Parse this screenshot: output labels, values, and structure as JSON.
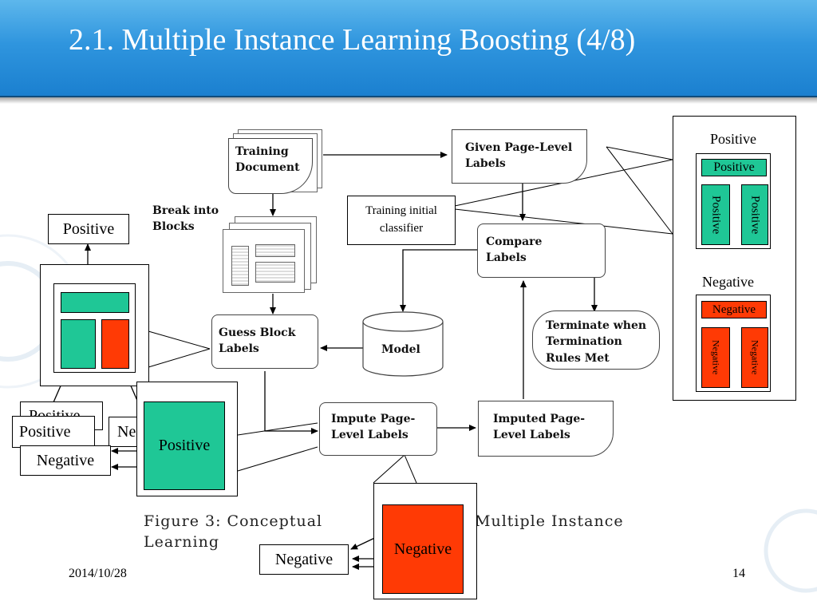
{
  "slide": {
    "title": "2.1. Multiple Instance Learning Boosting (4/8)",
    "date": "2014/10/28",
    "page_number": "14"
  },
  "flowchart": {
    "training_document": "Training\nDocument",
    "break_into_blocks": "Break into\nBlocks",
    "given_page_level_labels": "Given Page-Level\nLabels",
    "compare_labels": "Compare\nLabels",
    "guess_block_labels": "Guess Block\nLabels",
    "model": "Model",
    "terminate": "Terminate when\nTermination\nRules Met",
    "impute_page_level_labels": "Impute Page-\nLevel Labels",
    "imputed_page_level_labels": "Imputed Page-\nLevel Labels",
    "training_initial_classifier": "Training initial\nclassifier"
  },
  "figure_caption": {
    "line1_left": "Figure 3:  Conceptual",
    "line1_right": "Multiple  Instance",
    "line2": "Learning"
  },
  "left_panel": {
    "top_label": "Positive",
    "overlay_positive_1": "Positive",
    "overlay_positive_2": "Positive",
    "overlay_ne": "Ne",
    "overlay_negative": "Negative",
    "big_green_label": "Positive"
  },
  "right_panel": {
    "positive_title": "Positive",
    "positive_bar": "Positive",
    "positive_col_1": "Positive",
    "positive_col_2": "Positive",
    "negative_title": "Negative",
    "negative_bar": "Negative",
    "negative_col_1": "Negative",
    "negative_col_2": "Negative"
  },
  "bottom_panel": {
    "red_label": "Negative",
    "out_label": "Negative"
  },
  "colors": {
    "header_blue": "#2f95de",
    "positive_green": "#1fc796",
    "negative_red": "#ff3a05"
  }
}
